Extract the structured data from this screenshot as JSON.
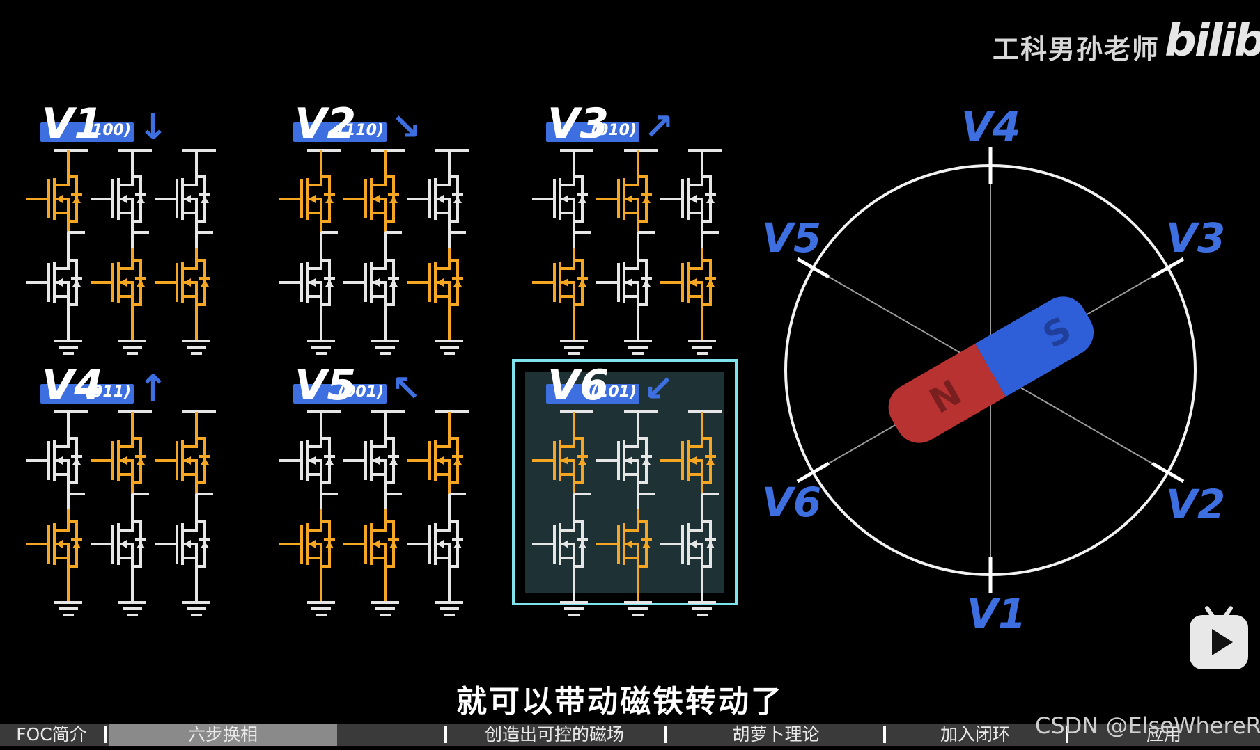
{
  "watermark": {
    "channel": "工科男孙老师",
    "logo": "bilibili"
  },
  "panels": [
    {
      "label": "V1",
      "code": "(100)",
      "arrow": "↓",
      "high_on": [
        true,
        false,
        false
      ],
      "highlighted": false
    },
    {
      "label": "V2",
      "code": "(110)",
      "arrow": "↘",
      "high_on": [
        true,
        true,
        false
      ],
      "highlighted": false
    },
    {
      "label": "V3",
      "code": "(010)",
      "arrow": "↗",
      "high_on": [
        false,
        true,
        false
      ],
      "highlighted": false
    },
    {
      "label": "V4",
      "code": "(011)",
      "arrow": "↑",
      "high_on": [
        false,
        true,
        true
      ],
      "highlighted": false
    },
    {
      "label": "V5",
      "code": "(001)",
      "arrow": "↖",
      "high_on": [
        false,
        false,
        true
      ],
      "highlighted": false
    },
    {
      "label": "V6",
      "code": "(101)",
      "arrow": "↙",
      "high_on": [
        true,
        false,
        true
      ],
      "highlighted": true
    }
  ],
  "vector_diagram": {
    "labels": [
      "V4",
      "V3",
      "V2",
      "V1",
      "V6",
      "V5"
    ],
    "magnet": {
      "north": "N",
      "south": "S"
    }
  },
  "subtitle": "就可以带动磁铁转动了",
  "chapters": [
    {
      "label": "FOC简介",
      "active": false
    },
    {
      "label": "六步换相",
      "active": true
    },
    {
      "label": "创造出可控的磁场",
      "active": false
    },
    {
      "label": "胡萝卜理论",
      "active": false
    },
    {
      "label": "加入闭环",
      "active": false
    },
    {
      "label": "应用",
      "active": false
    }
  ],
  "source_watermark": "CSDN @ElseWhereR",
  "colors": {
    "accent_blue": "#3d6fe0",
    "on_orange": "#f5a623",
    "off_white": "#e6e6e6",
    "highlight_border": "#7fe3ee",
    "highlight_fill": "#1e3236",
    "magnet_north": "#b83232",
    "magnet_south": "#2f5fd8"
  },
  "icons": {
    "play": "play-icon"
  }
}
